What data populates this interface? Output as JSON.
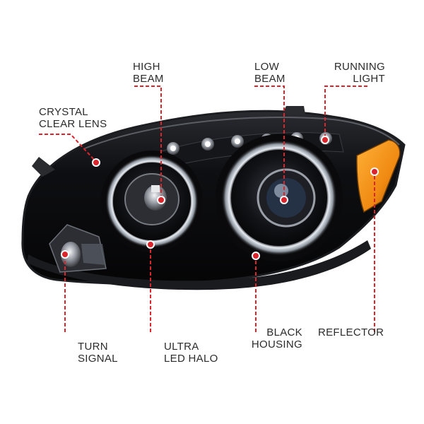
{
  "callouts": {
    "high_beam": [
      "HIGH",
      "BEAM"
    ],
    "low_beam": [
      "LOW",
      "BEAM"
    ],
    "running_light": [
      "RUNNING",
      "LIGHT"
    ],
    "crystal_clear_lens": [
      "CRYSTAL",
      "CLEAR LENS"
    ],
    "turn_signal": [
      "TURN",
      "SIGNAL"
    ],
    "ultra_led_halo": [
      "ULTRA",
      "LED HALO"
    ],
    "black_housing": [
      "BLACK",
      "HOUSING"
    ],
    "reflector": [
      "REFLECTOR"
    ]
  },
  "colors": {
    "callout_line": "#d9252b",
    "housing": "#0d0d0f",
    "amber_reflector": "#f08a12",
    "chrome": "#c9ccd1",
    "label_text": "#2b2b2b"
  }
}
